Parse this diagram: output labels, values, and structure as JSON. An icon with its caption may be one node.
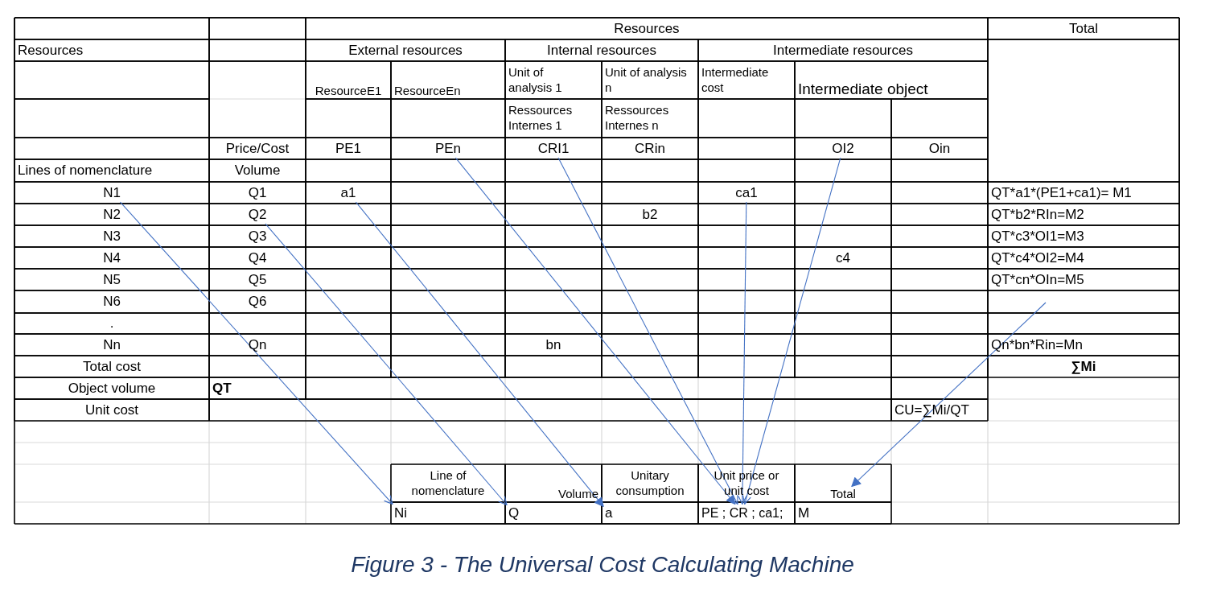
{
  "diagram": {
    "caption": "Figure 3 - The Universal Cost Calculating Machine",
    "nodes": [
      {
        "text": [
          "PEn"
        ]
      },
      {
        "text": [
          "CRI1"
        ]
      },
      {
        "text": [
          "OI2"
        ]
      },
      {
        "text": [
          "N1"
        ]
      },
      {
        "text": [
          "a1"
        ]
      },
      {
        "text": [
          "ca1"
        ]
      },
      {
        "text": [
          "Q2"
        ]
      },
      {
        "text": [
          "Total"
        ]
      },
      {
        "text": [
          "Ni"
        ]
      },
      {
        "text": [
          "Q"
        ]
      },
      {
        "text": [
          "a"
        ]
      },
      {
        "text": [
          "PE ; CR ; ca1;"
        ]
      }
    ],
    "edges": [
      {
        "from": 3,
        "to": 8,
        "arrow": "to"
      },
      {
        "from": 6,
        "to": 9,
        "arrow": "to"
      },
      {
        "from": 4,
        "to": 10,
        "arrow": "to"
      },
      {
        "from": 0,
        "to": 11,
        "arrow": "to"
      },
      {
        "from": 1,
        "to": 11,
        "arrow": "to"
      },
      {
        "from": 5,
        "to": 11,
        "arrow": "to"
      },
      {
        "from": 2,
        "to": 11,
        "arrow": "to"
      },
      {
        "from": null,
        "to": 7,
        "arrow": "to"
      }
    ],
    "labels": [
      "Resources",
      "Total",
      "Resources",
      "External resources",
      "Internal resources",
      "Intermediate resources",
      "ResourceE1",
      "ResourceEn",
      "Unit of analysis 1",
      "Unit of analysis n",
      "Intermediate cost",
      "Intermediate object",
      "Ressources Internes 1",
      "Ressources Internes n",
      "Price/Cost",
      "PE1",
      "CRin",
      "Oin",
      "Lines of nomenclature",
      "Volume",
      "Q1",
      "QT*a1*(PE1+ca1)= M1",
      "N2",
      "b2",
      "QT*b2*RIn=M2",
      "N3",
      "Q3",
      "QT*c3*OI1=M3",
      "N4",
      "Q4",
      "c4",
      "QT*c4*OI2=M4",
      "N5",
      "Q5",
      "QT*cn*OIn=M5",
      "N6",
      "Q6",
      ".",
      "Nn",
      "Qn",
      "bn",
      "Qn*bn*Rin=Mn",
      "Total cost",
      "∑Mi",
      "Object volume",
      "QT",
      "Unit cost",
      "CU=∑Mi/QT",
      "Line of nomenclature",
      "Volume",
      "Unitary consumption",
      "Unit price or unit cost",
      "M"
    ]
  }
}
